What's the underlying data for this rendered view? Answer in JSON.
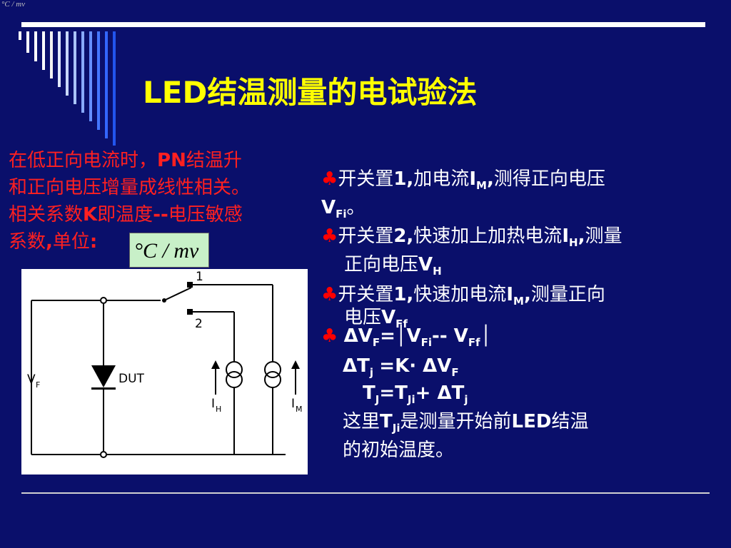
{
  "corner_label": "°C / mv",
  "title": "LED结温测量的电试验法",
  "left": {
    "line1_a": "在低正向电流时，",
    "line1_b": "PN",
    "line1_c": "结温升",
    "line2": "和正向电压增量成线性相关。",
    "line3_a": "相关系数",
    "line3_b": "K",
    "line3_c": "即温度",
    "line3_d": "--",
    "line3_e": "电压敏感",
    "line4_a": "系数",
    "line4_b": ",",
    "line4_c": "单位",
    "line4_d": ":",
    "unit": "°C / mv"
  },
  "circuit": {
    "vf_label": "V",
    "vf_sub": "F",
    "dut_label": "DUT",
    "switch_pos1": "1",
    "switch_pos2": "2",
    "ih_label": "I",
    "ih_sub": "H",
    "im_label": "I",
    "im_sub": "M"
  },
  "steps": {
    "s1_a": "开关置",
    "s1_b": "1,",
    "s1_c": "加电流",
    "s1_d": "I",
    "s1_d_sub": "M",
    "s1_e": ",",
    "s1_f": "测得正向电压",
    "s1_g": "V",
    "s1_g_sub": "Fi",
    "s1_h": "。",
    "s2_a": "开关置",
    "s2_b": "2,",
    "s2_c": "快速加上加热电流",
    "s2_d": "I",
    "s2_d_sub": "H",
    "s2_e": ",",
    "s2_f": "测量",
    "s2_g": "正向电压",
    "s2_h": "V",
    "s2_h_sub": "H",
    "s3_a": "开关置",
    "s3_b": "1,",
    "s3_c": "快速加电流",
    "s3_d": "I",
    "s3_d_sub": "M",
    "s3_e": ",",
    "s3_f": "测量正向",
    "s3_g": "电压",
    "s3_h": "V",
    "s3_h_sub": "Ff",
    "f1_a": "ΔV",
    "f1_a_sub": "F",
    "f1_b": "=",
    "f1_c": "V",
    "f1_c_sub": "Fi",
    "f1_d": "-- V",
    "f1_d_sub": "Ff",
    "f2_a": "ΔT",
    "f2_a_sub": "j",
    "f2_b": "=K· ΔV",
    "f2_b_sub": "F",
    "f3_a": "T",
    "f3_a_sub": "J",
    "f3_b": "=T",
    "f3_b_sub": "Ji",
    "f3_c": "+ ΔT",
    "f3_c_sub": "j",
    "n1_a": "这里",
    "n1_b": "T",
    "n1_b_sub": "Ji",
    "n1_c": "是测量开始前",
    "n1_d": "LED",
    "n1_e": "结温",
    "n2": "的初始温度。",
    "club": "♣"
  },
  "colors": {
    "background": "#0a0f6b",
    "title": "#ffff00",
    "left_text": "#ff2020",
    "body_text": "#ffffff",
    "bullet": "#ff0000"
  }
}
